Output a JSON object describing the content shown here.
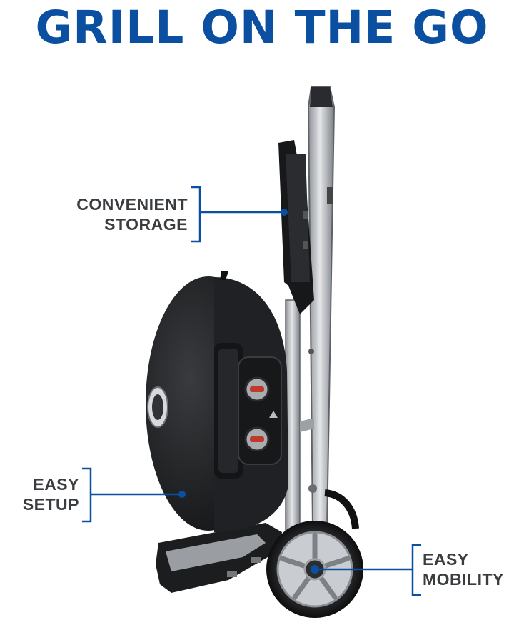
{
  "headline": "GRILL ON THE GO",
  "colors": {
    "brand_blue": "#0a4fa0",
    "label_gray": "#3a3d40",
    "grill_body": "#1b1c1e",
    "cart_frame": "#b8bcc0"
  },
  "callouts": {
    "storage": {
      "line1": "CONVENIENT",
      "line2": "STORAGE"
    },
    "setup": {
      "line1": "EASY",
      "line2": "SETUP"
    },
    "mobility": {
      "line1": "EASY",
      "line2": "MOBILITY"
    }
  },
  "icons": [
    "callout-dot-icon",
    "grill-illustration"
  ]
}
